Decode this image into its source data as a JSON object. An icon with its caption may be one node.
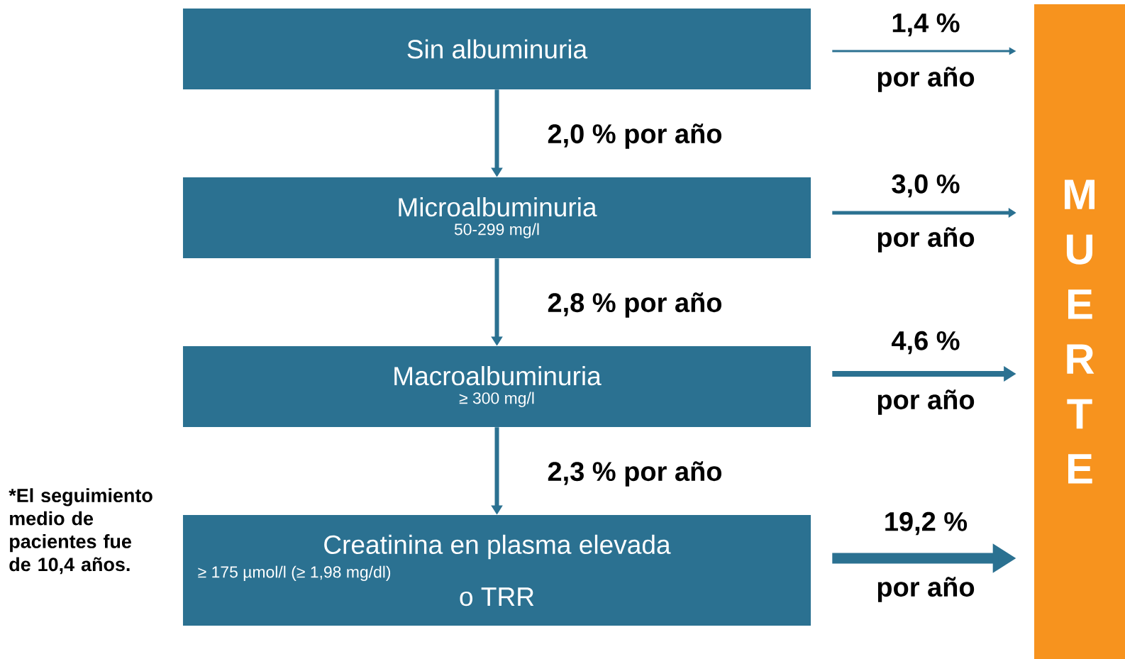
{
  "diagram": {
    "nodes": [
      {
        "text": [
          "Sin albuminuria"
        ]
      },
      {
        "text": [
          "Microalbuminuria",
          "50-299 mg/l"
        ]
      },
      {
        "text": [
          "Macroalbuminuria",
          "≥ 300 mg/l"
        ]
      },
      {
        "text": [
          "Creatinina en plasma elevada",
          "≥ 175 µmol/l (≥ 1,98 mg/dl)",
          "o TRR"
        ]
      },
      {
        "text": [
          "MUERTE"
        ]
      }
    ],
    "edges": [
      {
        "from": 0,
        "to": 1,
        "arrow": "to",
        "label": "2,0 % por año"
      },
      {
        "from": 1,
        "to": 2,
        "arrow": "to",
        "label": "2,8 % por año"
      },
      {
        "from": 2,
        "to": 3,
        "arrow": "to",
        "label": "2,3 % por año"
      },
      {
        "from": 0,
        "to": 4,
        "arrow": "to",
        "label": "1,4 %"
      },
      {
        "from": 1,
        "to": 4,
        "arrow": "to",
        "label": "3,0 %"
      },
      {
        "from": 2,
        "to": 4,
        "arrow": "to",
        "label": "4,6 %"
      },
      {
        "from": 3,
        "to": 4,
        "arrow": "to",
        "label": "19,2 %",
        "style": "thick"
      }
    ],
    "labels": [
      "por año",
      "por año",
      "por año",
      "por año",
      "*El seguimiento medio de pacientes fue de 10,4 años."
    ]
  }
}
